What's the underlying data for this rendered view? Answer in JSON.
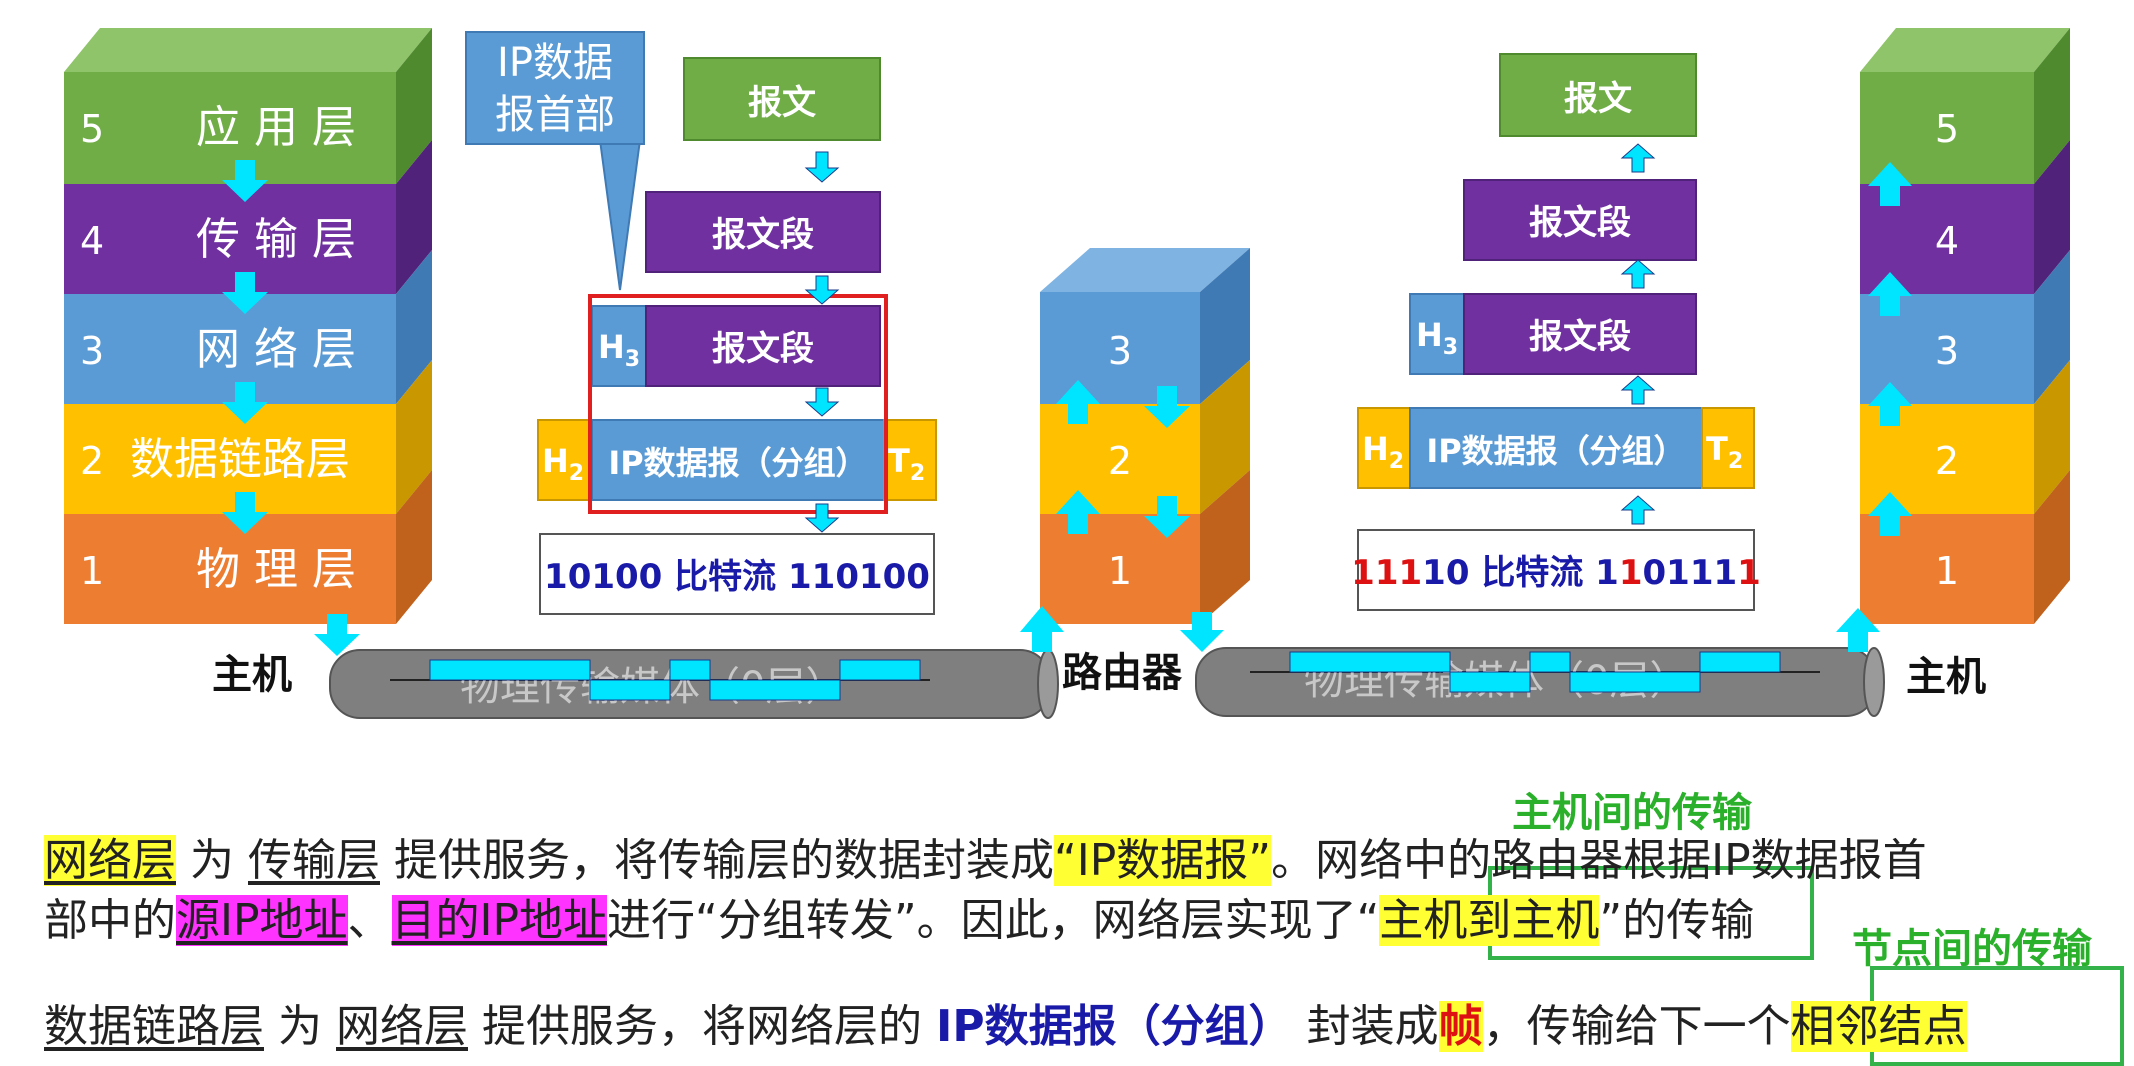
{
  "left_host": {
    "label": "主机",
    "layers": [
      {
        "num": "5",
        "name": "应 用 层"
      },
      {
        "num": "4",
        "name": "传 输 层"
      },
      {
        "num": "3",
        "name": "网 络 层"
      },
      {
        "num": "2",
        "name": "数据链路层"
      },
      {
        "num": "1",
        "name": "物 理 层"
      }
    ]
  },
  "left_encap": {
    "callout": [
      "IP数据",
      "报首部"
    ],
    "message": "报文",
    "segment": "报文段",
    "h3": "H",
    "h3_sub": "3",
    "packet_segment": "报文段",
    "h2": "H",
    "h2_sub": "2",
    "datagram": "IP数据报（分组）",
    "t2": "T",
    "t2_sub": "2",
    "bits_a": "10100",
    "bits_label": "比特流",
    "bits_b": "110100"
  },
  "router": {
    "label": "路由器",
    "layers": [
      "3",
      "2",
      "1"
    ]
  },
  "medium": {
    "left_text": "物理传输媒体（0层）",
    "right_text": "物理传输媒体（0层）"
  },
  "right_encap": {
    "message": "报文",
    "segment": "报文段",
    "h3": "H",
    "h3_sub": "3",
    "packet_segment": "报文段",
    "h2": "H",
    "h2_sub": "2",
    "datagram": "IP数据报（分组）",
    "t2": "T",
    "t2_sub": "2",
    "bits_a_red": "111",
    "bits_a_blue": "10",
    "bits_label": "比特流",
    "bits_b_blue": "1",
    "bits_b_red": "1",
    "bits_b_blue2": "0111",
    "bits_b_red2": "1"
  },
  "right_host": {
    "label": "主机",
    "layers": [
      "5",
      "4",
      "3",
      "2",
      "1"
    ]
  },
  "para1": {
    "p1": "网络层",
    "p2": "为",
    "p3": "传输层",
    "p4": "提供服务，将传输层的数据封装成",
    "p5": "“IP数据报”",
    "p6": "。网络中的路由器根据IP数据报首",
    "p7": "部中的",
    "p8": "源IP地址",
    "p9": "、",
    "p10": "目的IP地址",
    "p11": "进行“分组转发”。因此，网络层实现了“",
    "p12": "主机到主机",
    "p13": "”的传输"
  },
  "para2": {
    "p1": "数据链路层",
    "p2": "为",
    "p3": "网络层",
    "p4": "提供服务，将网络层的",
    "p5": "IP数据报（分组）",
    "p6": "封装成",
    "p7": "帧",
    "p8": "，传输给下一个",
    "p9": "相邻结点"
  },
  "annotations": {
    "host_to_host": "主机间的传输",
    "node_to_node": "节点间的传输"
  },
  "colors": {
    "app": "#70ad47",
    "transport": "#7030a0",
    "network": "#5b9bd5",
    "link": "#ffc000",
    "physical": "#ed7d31",
    "arrow": "#00e5ff",
    "medium": "#7f7f7f",
    "highlight_box": "#e02020",
    "green": "#33b24a"
  }
}
